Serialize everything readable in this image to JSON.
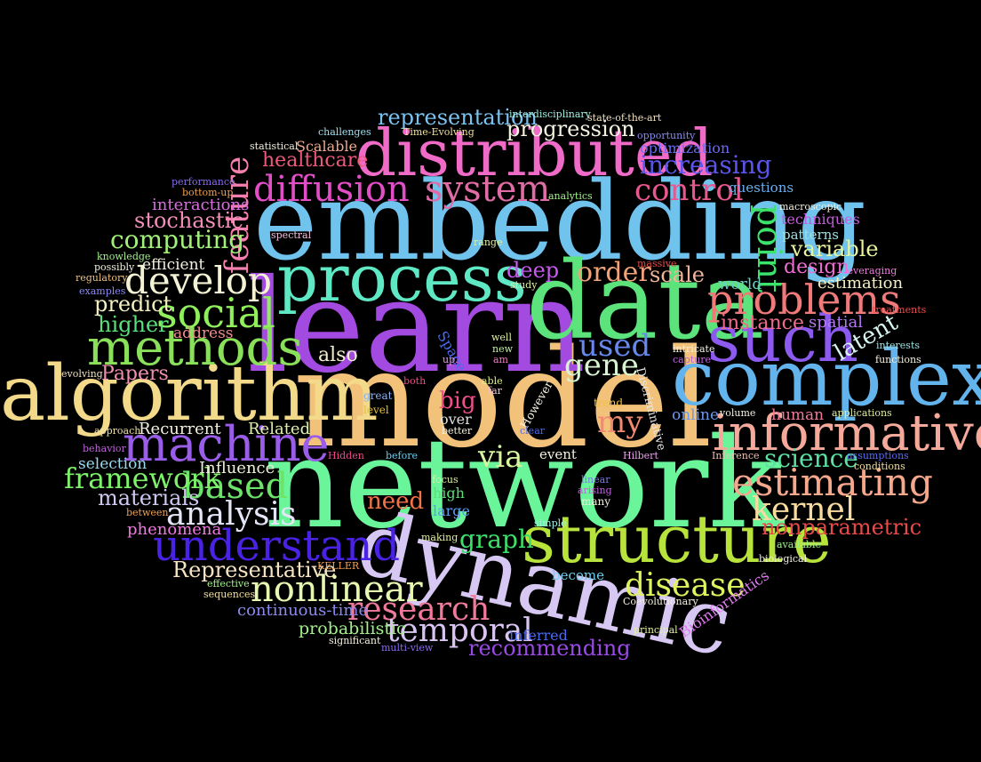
{
  "words": [
    {
      "text": "model",
      "color": "#f2c27a"
    },
    {
      "text": "network",
      "color": "#6bf59a"
    },
    {
      "text": "learn",
      "color": "#a34be0"
    },
    {
      "text": "embedding",
      "color": "#6fc3ec"
    },
    {
      "text": "data",
      "color": "#5de37c"
    },
    {
      "text": "dynamic",
      "color": "#d6c8f2"
    },
    {
      "text": "algorithm",
      "color": "#f3d98a"
    },
    {
      "text": "complex",
      "color": "#63b4ec"
    },
    {
      "text": "structure",
      "color": "#b7e33c"
    },
    {
      "text": "process",
      "color": "#5fe8c4"
    },
    {
      "text": "distributed",
      "color": "#f06bc8"
    },
    {
      "text": "such",
      "color": "#8d5af0"
    },
    {
      "text": "informative",
      "color": "#f4a99b"
    },
    {
      "text": "methods",
      "color": "#8ae05a"
    },
    {
      "text": "machine",
      "color": "#9a5de8"
    },
    {
      "text": "understand",
      "color": "#4a22e6"
    },
    {
      "text": "problems",
      "color": "#f07a7a"
    },
    {
      "text": "social",
      "color": "#8ff05c"
    },
    {
      "text": "estimating",
      "color": "#f6a88d"
    },
    {
      "text": "nonlinear",
      "color": "#e6f7b0"
    },
    {
      "text": "diffusion",
      "color": "#e24ec6"
    },
    {
      "text": "system",
      "color": "#e06ca5"
    },
    {
      "text": "develop",
      "color": "#f4f2d5"
    },
    {
      "text": "research",
      "color": "#f0799c"
    },
    {
      "text": "temporal",
      "color": "#d8c4f0"
    },
    {
      "text": "based",
      "color": "#6ce46a"
    },
    {
      "text": "kernel",
      "color": "#f8db9e"
    },
    {
      "text": "analysis",
      "color": "#e4e6f8"
    },
    {
      "text": "disease",
      "color": "#dff25e"
    },
    {
      "text": "framework",
      "color": "#7ef06a"
    },
    {
      "text": "feature",
      "color": "#f57fae"
    },
    {
      "text": "point",
      "color": "#3ce36a"
    },
    {
      "text": "control",
      "color": "#e8588e"
    },
    {
      "text": "increasing",
      "color": "#5b55ec"
    },
    {
      "text": "used",
      "color": "#6688f0"
    },
    {
      "text": "gene",
      "color": "#d8f4d2"
    },
    {
      "text": "via",
      "color": "#d7f59e"
    },
    {
      "text": "my",
      "color": "#f08a70"
    },
    {
      "text": "representation",
      "color": "#7ac2f0"
    },
    {
      "text": "progression",
      "color": "#f4f2e0"
    },
    {
      "text": "computing",
      "color": "#a2f07a"
    },
    {
      "text": "stochastic",
      "color": "#f290ba"
    },
    {
      "text": "healthcare",
      "color": "#ec5a7a"
    },
    {
      "text": "order",
      "color": "#f0a27a"
    },
    {
      "text": "deep",
      "color": "#c85af0"
    },
    {
      "text": "scale",
      "color": "#f0b59b"
    },
    {
      "text": "science",
      "color": "#5ae0a3"
    },
    {
      "text": "instance",
      "color": "#f06c8a"
    },
    {
      "text": "latent",
      "color": "#d6f4f0"
    },
    {
      "text": "higher",
      "color": "#5ae07a"
    },
    {
      "text": "predict",
      "color": "#f4f0c0"
    },
    {
      "text": "graph",
      "color": "#3ce06a"
    },
    {
      "text": "materials",
      "color": "#d0c8f0"
    },
    {
      "text": "Representative",
      "color": "#f6e4c2"
    },
    {
      "text": "recommending",
      "color": "#9a4ae6"
    },
    {
      "text": "nonparametric",
      "color": "#e84a4a"
    },
    {
      "text": "variable",
      "color": "#e6f4a0"
    },
    {
      "text": "design",
      "color": "#f06cd6"
    },
    {
      "text": "need",
      "color": "#f0744a"
    },
    {
      "text": "big",
      "color": "#f0508a"
    },
    {
      "text": "Papers",
      "color": "#f090b0"
    },
    {
      "text": "also",
      "color": "#f2ecd0"
    },
    {
      "text": "continuous-time",
      "color": "#8a8af0"
    },
    {
      "text": "probabilistic",
      "color": "#a2f08a"
    },
    {
      "text": "Recurrent",
      "color": "#f4f0e0"
    },
    {
      "text": "Influence",
      "color": "#f0f2d8"
    },
    {
      "text": "estimation",
      "color": "#f4f0c0"
    },
    {
      "text": "spatial",
      "color": "#b27af0"
    },
    {
      "text": "phenomena",
      "color": "#f07ae0"
    },
    {
      "text": "selection",
      "color": "#9ad8f0"
    },
    {
      "text": "interactions",
      "color": "#d86ee0"
    },
    {
      "text": "efficient",
      "color": "#f4f2e0"
    },
    {
      "text": "address",
      "color": "#f08a8a"
    },
    {
      "text": "Related",
      "color": "#e0f0b0"
    },
    {
      "text": "online",
      "color": "#6a9af0"
    },
    {
      "text": "human",
      "color": "#f07a9a"
    },
    {
      "text": "world",
      "color": "#6ad0c0"
    },
    {
      "text": "Space",
      "color": "#4a6af0"
    },
    {
      "text": "Discriminative",
      "color": "#e8e8e8"
    },
    {
      "text": "However",
      "color": "#f4f0e0"
    },
    {
      "text": "Bioinformatics",
      "color": "#e07af0"
    },
    {
      "text": "techniques",
      "color": "#c85ae0"
    },
    {
      "text": "patterns",
      "color": "#9ae0e0"
    },
    {
      "text": "optimization",
      "color": "#6a6af0"
    },
    {
      "text": "questions",
      "color": "#6ab0f0"
    },
    {
      "text": "become",
      "color": "#6ad0f0"
    },
    {
      "text": "large",
      "color": "#5a9af0"
    },
    {
      "text": "high",
      "color": "#5ae07a"
    },
    {
      "text": "inferred",
      "color": "#4a6af0"
    },
    {
      "text": "over",
      "color": "#e0e0e0"
    },
    {
      "text": "Scalable",
      "color": "#f0a88a"
    },
    {
      "text": "event",
      "color": "#f4f0e0"
    },
    {
      "text": "many",
      "color": "#f4f0e0"
    },
    {
      "text": "trend",
      "color": "#f0c040"
    },
    {
      "text": "level",
      "color": "#e0c040"
    },
    {
      "text": "great",
      "color": "#8ab0f0"
    },
    {
      "text": "both",
      "color": "#f04a8a"
    },
    {
      "text": "able",
      "color": "#e0f090"
    },
    {
      "text": "far",
      "color": "#f0c0e0"
    },
    {
      "text": "well",
      "color": "#e0f0a0"
    },
    {
      "text": "new",
      "color": "#c0f0a0"
    },
    {
      "text": "am",
      "color": "#f07ac0"
    },
    {
      "text": "up.",
      "color": "#e0a0f0"
    },
    {
      "text": "better",
      "color": "#f4f0e0"
    },
    {
      "text": "clear",
      "color": "#4a6af0"
    },
    {
      "text": "focus",
      "color": "#e0f0a0"
    },
    {
      "text": "linear",
      "color": "#7a7af0"
    },
    {
      "text": "arising",
      "color": "#c060e0"
    },
    {
      "text": "simple",
      "color": "#a0f0e0"
    },
    {
      "text": "making",
      "color": "#e0f0a0"
    },
    {
      "text": "Hidden",
      "color": "#f04a8a"
    },
    {
      "text": "before",
      "color": "#6ad0f0"
    },
    {
      "text": "Hilbert",
      "color": "#f0a0f0"
    },
    {
      "text": "Inference",
      "color": "#f0c0b0"
    },
    {
      "text": "volume",
      "color": "#f4f0e0"
    },
    {
      "text": "intricate",
      "color": "#f4f0e0"
    },
    {
      "text": "capture",
      "color": "#c060e0"
    },
    {
      "text": "applications",
      "color": "#e0f0a0"
    },
    {
      "text": "assumptions",
      "color": "#5a6af0"
    },
    {
      "text": "conditions",
      "color": "#f0e0a0"
    },
    {
      "text": "available",
      "color": "#a0f08a"
    },
    {
      "text": "biological",
      "color": "#f4f0e0"
    },
    {
      "text": "KELLER",
      "color": "#f0a050"
    },
    {
      "text": "effective",
      "color": "#a0f08a"
    },
    {
      "text": "sequences",
      "color": "#f0e0a0"
    },
    {
      "text": "Coevolutionary",
      "color": "#f4f0e0"
    },
    {
      "text": "principal",
      "color": "#e0f0a0"
    },
    {
      "text": "significant",
      "color": "#f4f0e0"
    },
    {
      "text": "multi-view",
      "color": "#8a6af0"
    },
    {
      "text": "between",
      "color": "#f0a050"
    },
    {
      "text": "approach",
      "color": "#f0e0a0"
    },
    {
      "text": "behavior",
      "color": "#c060e0"
    },
    {
      "text": "evolving",
      "color": "#f0e0c0"
    },
    {
      "text": "examples",
      "color": "#8a8af0"
    },
    {
      "text": "regulatory",
      "color": "#f0c080"
    },
    {
      "text": "possibly",
      "color": "#f4f0e0"
    },
    {
      "text": "knowledge",
      "color": "#a0f08a"
    },
    {
      "text": "spectral",
      "color": "#f0c0e0"
    },
    {
      "text": "bottom-up",
      "color": "#f0a050"
    },
    {
      "text": "performance",
      "color": "#8a6af0"
    },
    {
      "text": "statistical",
      "color": "#f4f0e0"
    },
    {
      "text": "challenges",
      "color": "#a0e0f0"
    },
    {
      "text": "Time-Evolving",
      "color": "#f0e0a0"
    },
    {
      "text": "interdisciplinary",
      "color": "#a0f0e0"
    },
    {
      "text": "state-of-the-art",
      "color": "#f0e0c0"
    },
    {
      "text": "opportunity",
      "color": "#8a8af0"
    },
    {
      "text": "macroscopic",
      "color": "#f4f0e0"
    },
    {
      "text": "analytics",
      "color": "#a0f08a"
    },
    {
      "text": "range",
      "color": "#e0f0a0"
    },
    {
      "text": "massive",
      "color": "#e04a4a"
    },
    {
      "text": "study",
      "color": "#e0f0a0"
    },
    {
      "text": "leveraging",
      "color": "#f07ae0"
    },
    {
      "text": "treatments",
      "color": "#f04a4a"
    },
    {
      "text": "interests",
      "color": "#a0e0e0"
    },
    {
      "text": "functions",
      "color": "#f4f0e0"
    }
  ]
}
